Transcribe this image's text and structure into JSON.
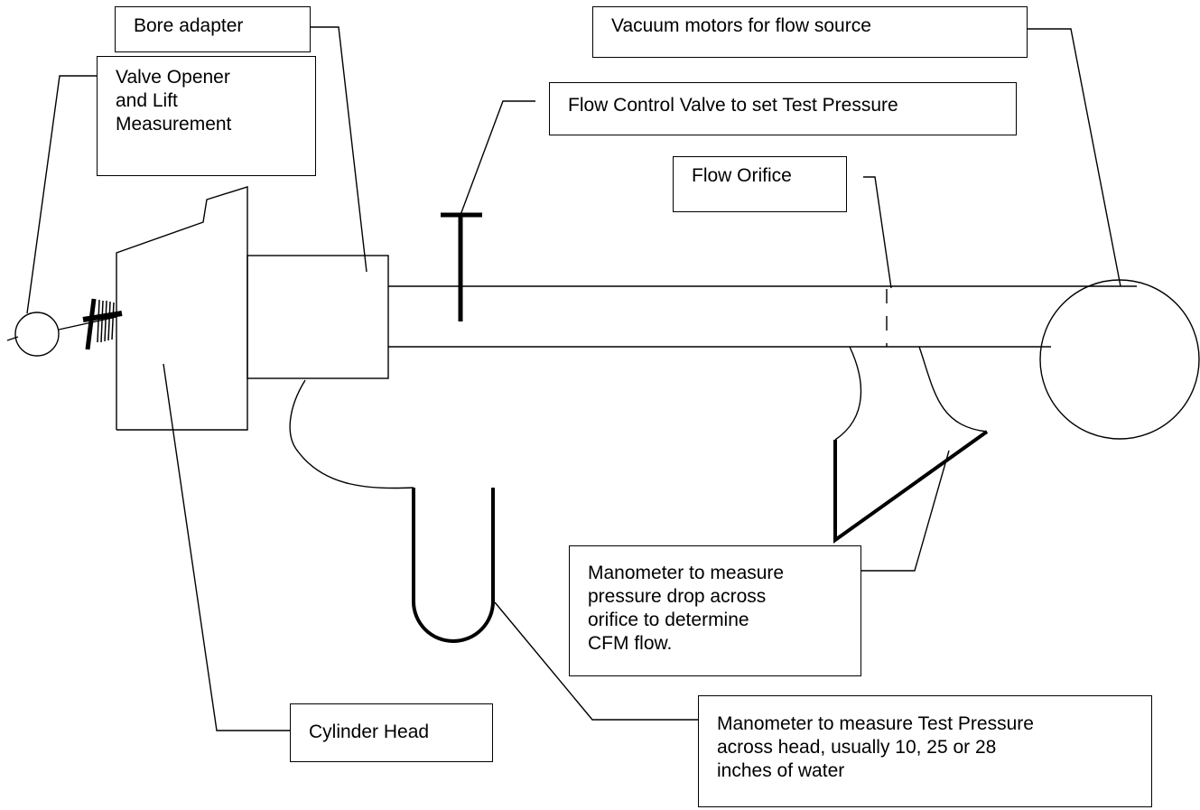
{
  "labels": {
    "bore_adapter": "Bore adapter",
    "vacuum_motors": "Vacuum motors for flow source",
    "valve_opener": [
      "Valve Opener",
      "and Lift",
      "Measurement"
    ],
    "flow_control_valve": "Flow Control Valve to set Test Pressure",
    "flow_orifice": "Flow Orifice",
    "manometer_orifice": [
      "Manometer to measure",
      "pressure drop across",
      "orifice to determine",
      "CFM flow."
    ],
    "manometer_test_pressure": [
      "Manometer to measure Test Pressure",
      "across head, usually 10, 25 or 28",
      "inches of water"
    ],
    "cylinder_head": "Cylinder Head"
  }
}
